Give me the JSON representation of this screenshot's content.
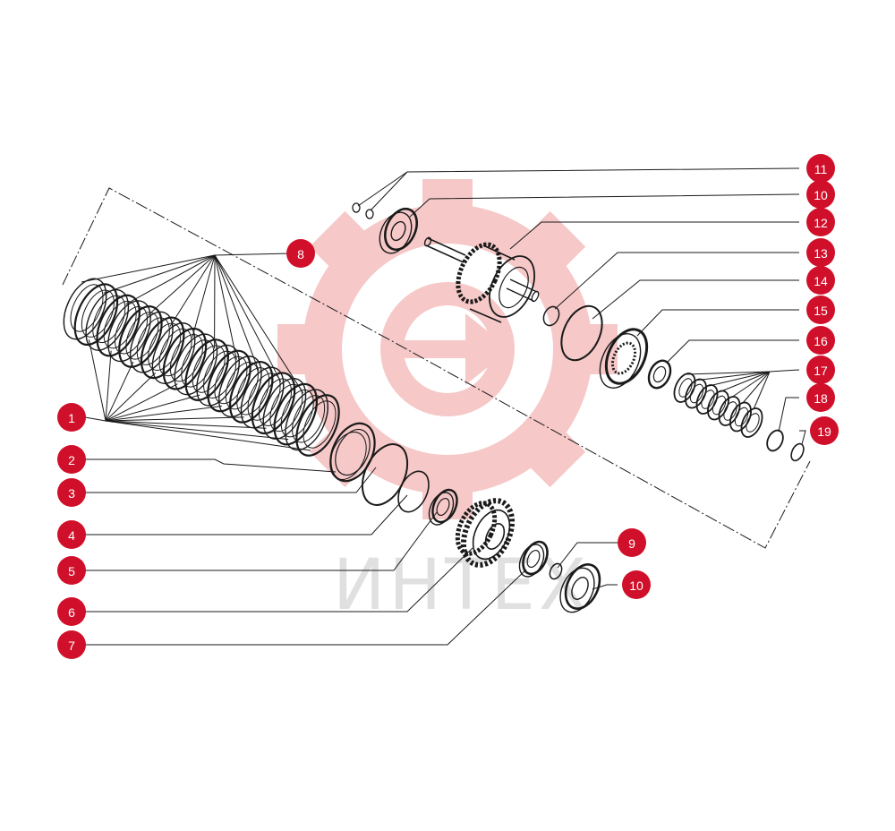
{
  "watermark": {
    "text": "ИНТЕХ",
    "gear_color": "#f6c8c8",
    "text_color": "#e0e0e0"
  },
  "callout_color": "#d0102a",
  "callouts": [
    "1",
    "2",
    "3",
    "4",
    "5",
    "6",
    "7",
    "8",
    "9",
    "10",
    "10",
    "11",
    "12",
    "13",
    "14",
    "15",
    "16",
    "17",
    "18",
    "19"
  ]
}
